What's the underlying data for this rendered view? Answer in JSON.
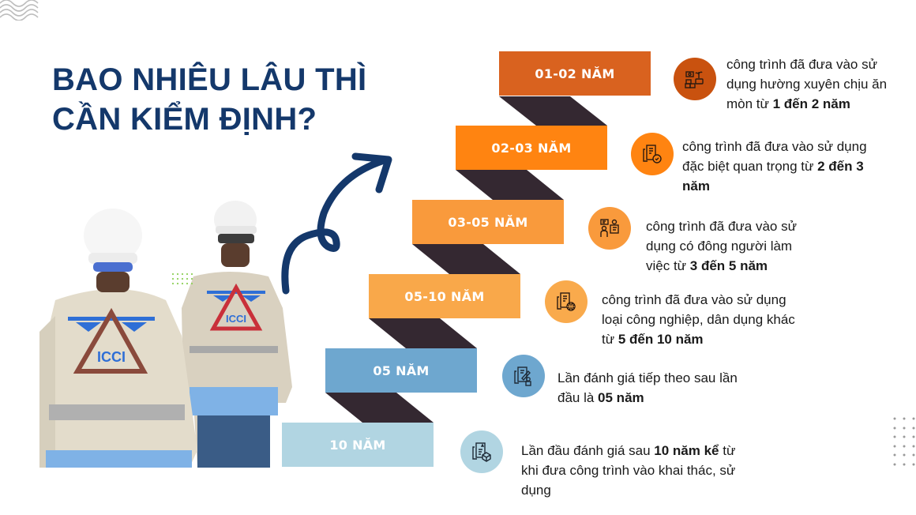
{
  "title": {
    "line1": "BAO NHIÊU LÂU THÌ",
    "line2": "CẦN KIỂM ĐỊNH?",
    "color": "#14386B"
  },
  "photo": {
    "description": "two-workers-in-icci-vests-and-hard-hats",
    "logo_text": "ICCI"
  },
  "steps": [
    {
      "label": "01-02 NĂM",
      "bar_color": "#D9621F",
      "icon": "construction-materials-icon",
      "icon_bg": "#C9520F",
      "text_pre": "công trình đã đưa vào sử dụng hường xuyên chịu ăn mòn từ ",
      "text_bold": "1 đến 2 năm",
      "text_post": ""
    },
    {
      "label": "02-03 NĂM",
      "bar_color": "#FF8411",
      "icon": "document-check-icon",
      "icon_bg": "#FF8411",
      "text_pre": " công trình đã đưa vào sử dụng đặc biệt quan trọng từ ",
      "text_bold": "2 đến 3 năm",
      "text_post": ""
    },
    {
      "label": "03-05 NĂM",
      "bar_color": "#F99A3C",
      "icon": "people-meeting-icon",
      "icon_bg": "#F99A3C",
      "text_pre": " công trình đã đưa vào sử dụng có đông người làm việc từ ",
      "text_bold": "3 đến 5 năm",
      "text_post": ""
    },
    {
      "label": "05-10 NĂM",
      "bar_color": "#F9A84A",
      "icon": "document-globe-icon",
      "icon_bg": "#F9AA4C",
      "text_pre": "công trình đã đưa vào sử dụng loại công nghiệp, dân dụng khác từ ",
      "text_bold": "5 đến 10 năm",
      "text_post": ""
    },
    {
      "label": "05 NĂM",
      "bar_color": "#6EA7CF",
      "icon": "document-edit-person-icon",
      "icon_bg": "#6EA7CF",
      "text_pre": "Lần đánh giá tiếp theo sau lần đầu là ",
      "text_bold": "05 năm",
      "text_post": ""
    },
    {
      "label": "10 NĂM",
      "bar_color": "#B1D5E2",
      "icon": "document-box-icon",
      "icon_bg": "#B1D5E2",
      "text_pre": "Lần đầu đánh giá sau ",
      "text_bold": "10 năm kể",
      "text_post": " từ khi đưa công trình vào khai thác, sử dụng"
    }
  ],
  "connector_color": "#342831",
  "arrow_color": "#14386B"
}
